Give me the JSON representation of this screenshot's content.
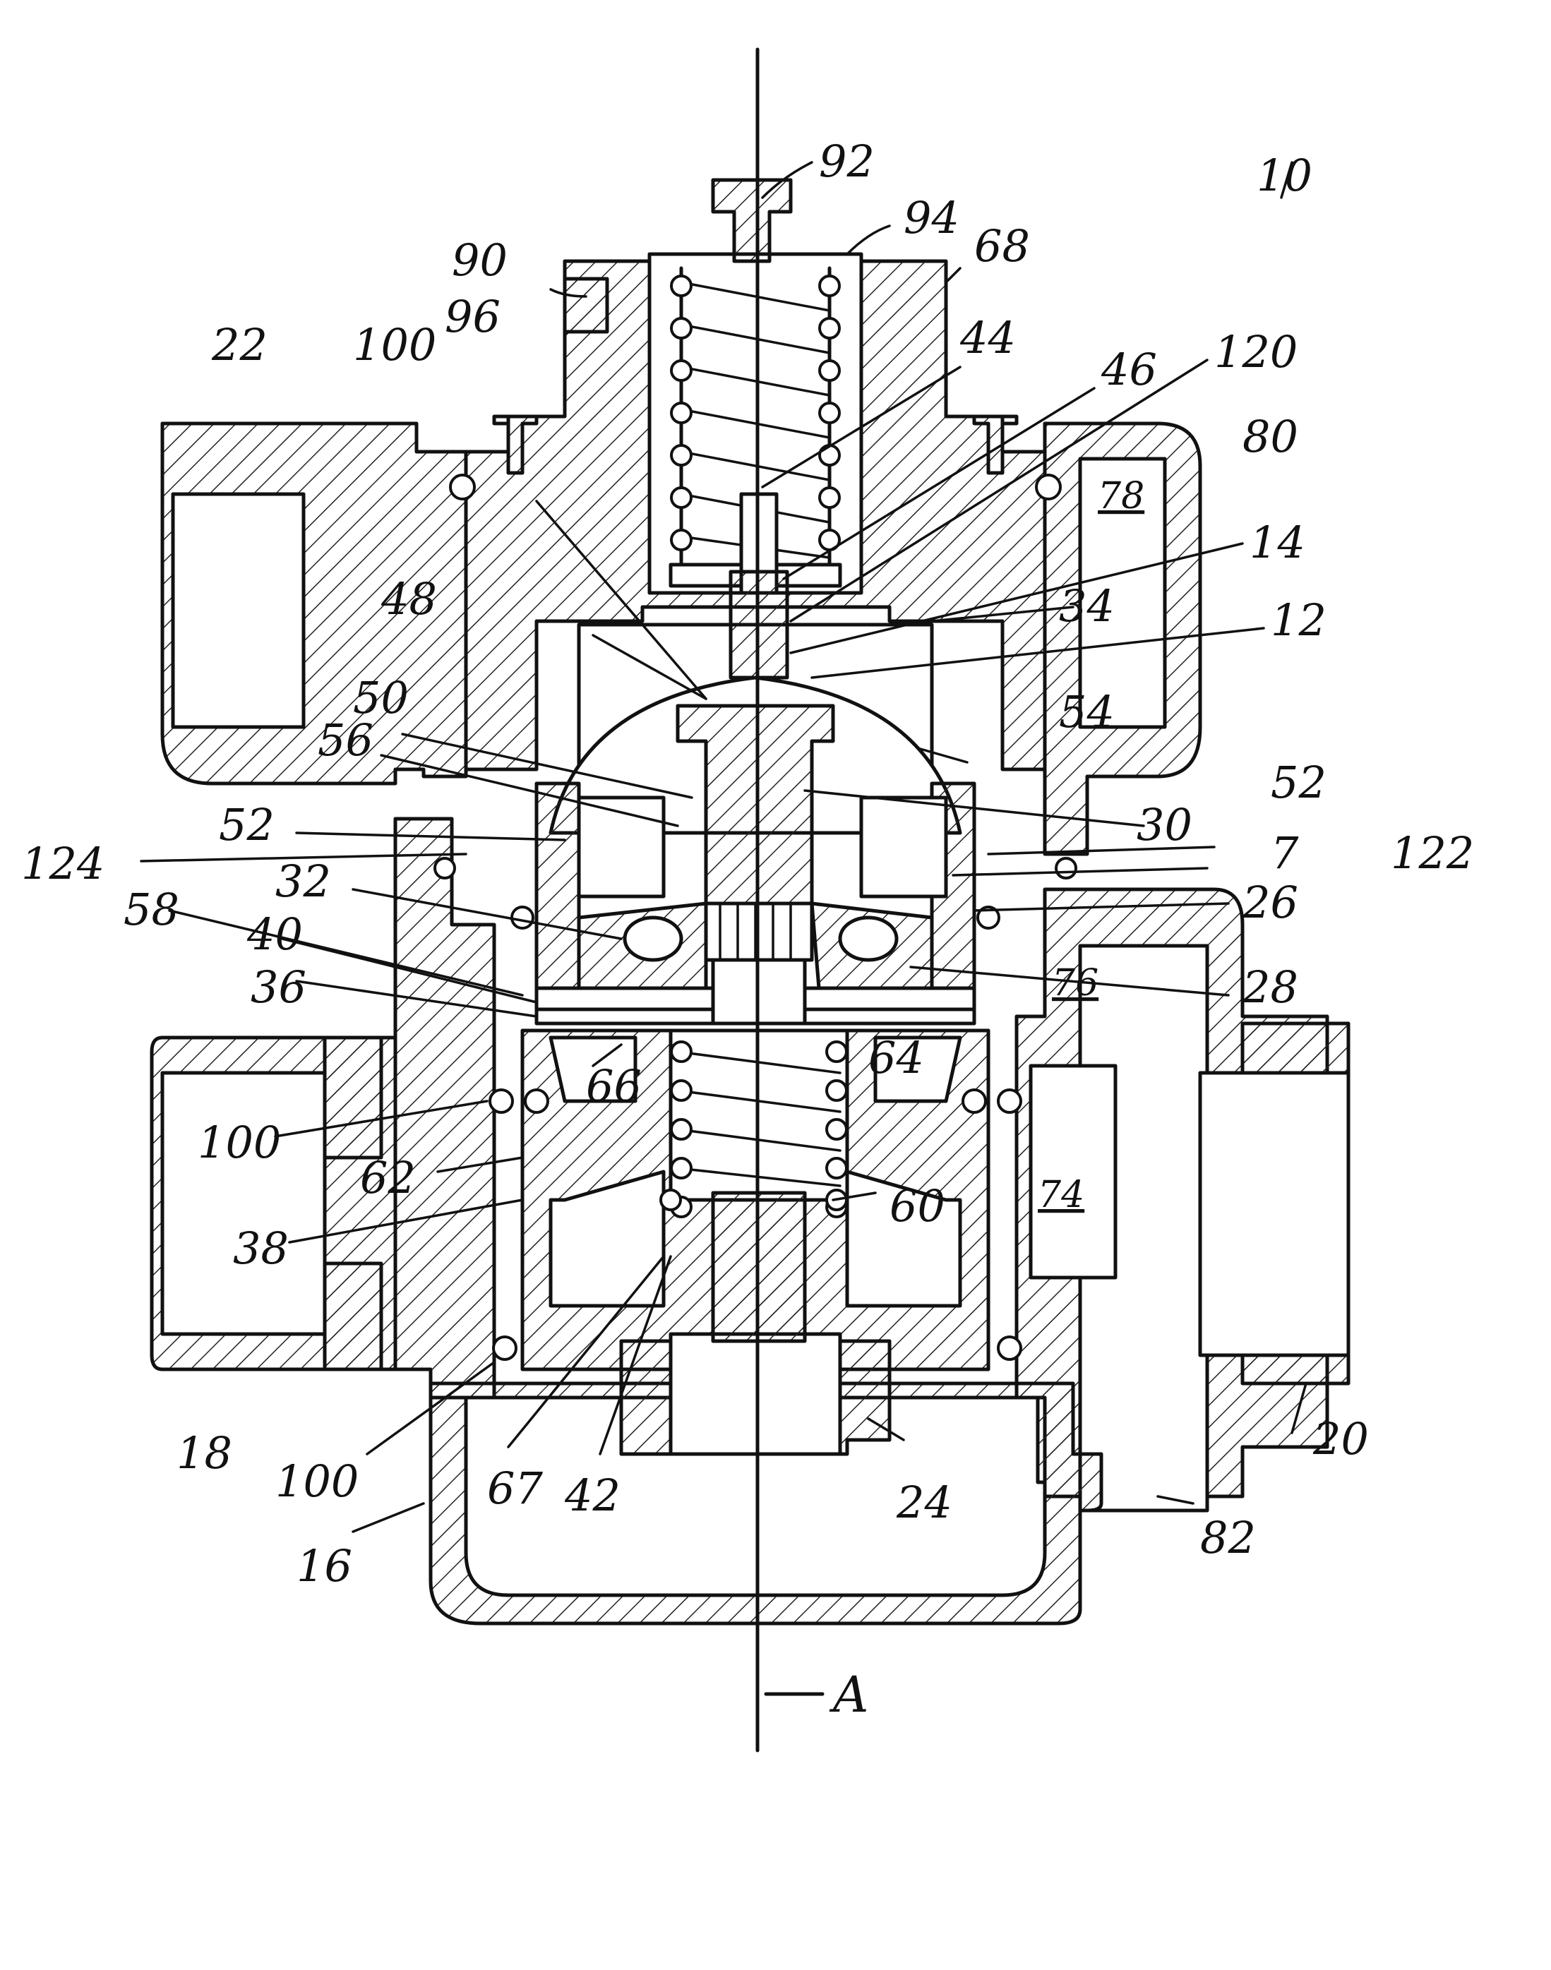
{
  "figure": {
    "axis_label": "A",
    "assembly_ref": "10",
    "reference_numerals": [
      "92",
      "94",
      "90",
      "68",
      "22",
      "100",
      "96",
      "44",
      "46",
      "120",
      "80",
      "78",
      "14",
      "34",
      "48",
      "12",
      "50",
      "54",
      "56",
      "52",
      "30",
      "124",
      "7",
      "122",
      "32",
      "58",
      "26",
      "40",
      "36",
      "76",
      "28",
      "66",
      "64",
      "62",
      "74",
      "60",
      "38",
      "18",
      "67",
      "42",
      "24",
      "20",
      "16",
      "82"
    ]
  }
}
